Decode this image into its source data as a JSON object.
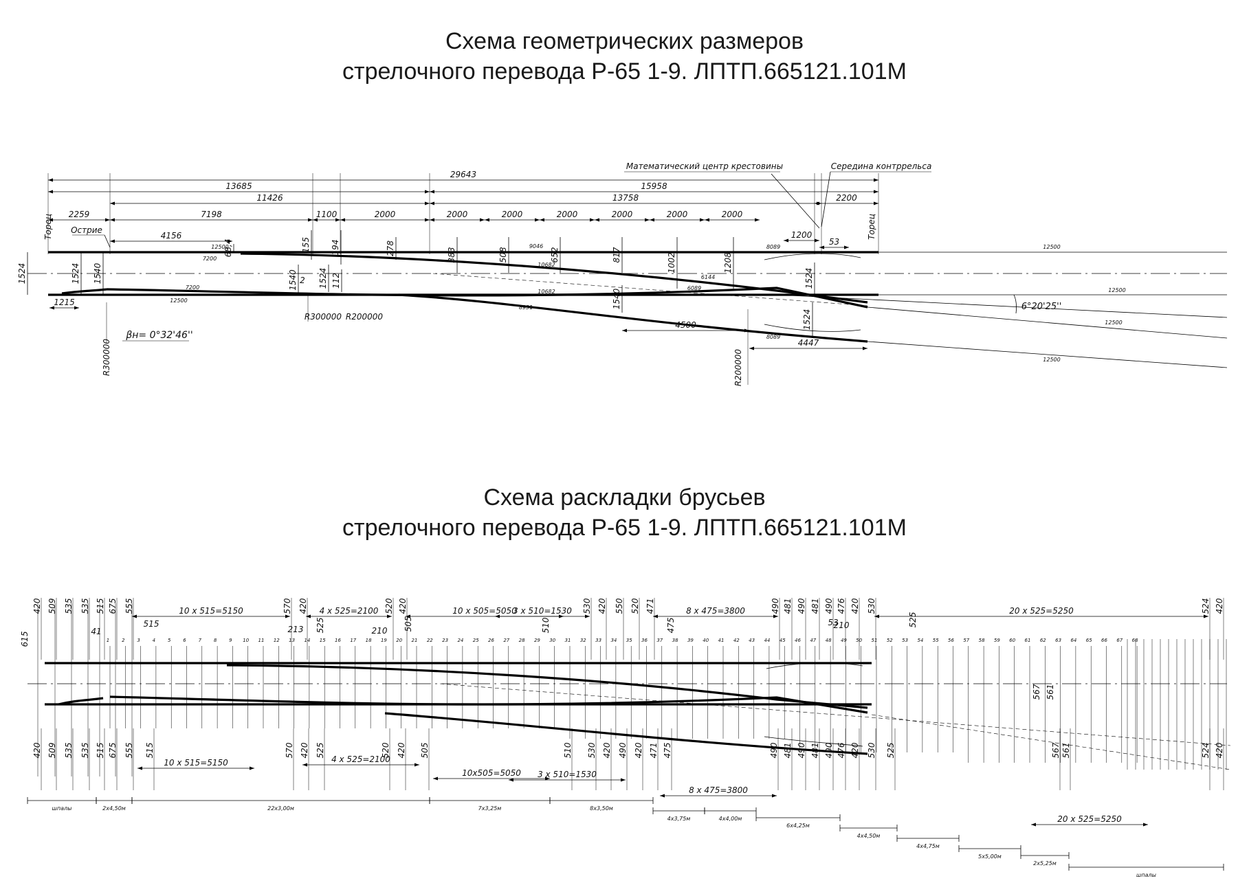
{
  "titles": {
    "geometry": [
      "Схема геометрических размеров",
      "стрелочного перевода Р-65 1-9. ЛПТП.665121.101М"
    ],
    "layout": [
      "Схема раскладки брусьев",
      "стрелочного перевода Р-65 1-9. ЛПТП.665121.101М"
    ]
  },
  "geometry": {
    "labels": {
      "crossing_center": "Математический центр крестовины",
      "guardrail_middle": "Середина контррельса",
      "end_left": "Торец",
      "end_right": "Торец",
      "point": "Острие",
      "beta": "βн= 0°32'46''",
      "angle": "6°20'25''",
      "radii": [
        "R300000",
        "R300000",
        "R200000",
        "R200000"
      ]
    },
    "overall": [
      "29643",
      "13685",
      "15958",
      "11426",
      "13758",
      "2200"
    ],
    "chain": [
      "2259",
      "7198",
      "1100",
      "2000",
      "2000",
      "2000",
      "2000",
      "2000",
      "2000",
      "2000"
    ],
    "ordinates": [
      "68,4",
      "155",
      "194",
      "278",
      "383",
      "508",
      "652",
      "817",
      "1002",
      "1208"
    ],
    "misc": [
      "4156",
      "1200",
      "53",
      "1524",
      "1524",
      "1540",
      "1540",
      "1524",
      "112",
      "2",
      "1215",
      "1540",
      "1524",
      "1524",
      "4500",
      "4447"
    ],
    "rail_lengths": [
      "12500",
      "7200",
      "7200",
      "12500",
      "9046",
      "10682",
      "10682",
      "6144",
      "6089",
      "8931",
      "8089",
      "8089",
      "12500",
      "12500",
      "12500",
      "12500"
    ]
  },
  "layout": {
    "top_dims": [
      "420",
      "509",
      "535",
      "535",
      "515",
      "675",
      "555",
      "10 x 515=5150",
      "570",
      "420",
      "4 x 525=2100",
      "520",
      "420",
      "10 x 505=5050",
      "3 x 510=1530",
      "530",
      "420",
      "550",
      "520",
      "471",
      "8 x 475=3800",
      "490",
      "481",
      "490",
      "481",
      "490",
      "476",
      "420",
      "530",
      "20 x 525=5250",
      "524",
      "420"
    ],
    "top_small": [
      "615",
      "41",
      "515",
      "213",
      "525",
      "210",
      "505",
      "510",
      "475",
      "53",
      "210",
      "525",
      "567",
      "561"
    ],
    "bottom_dims": [
      "420",
      "509",
      "535",
      "535",
      "515",
      "675",
      "555",
      "515",
      "10 x 515=5150",
      "570",
      "420",
      "525",
      "4 x 525=2100",
      "520",
      "420",
      "505",
      "10x505=5050",
      "510",
      "3 x 510=1530",
      "530",
      "420",
      "490",
      "420",
      "471",
      "475",
      "8 x 475=3800",
      "490",
      "481",
      "490",
      "481",
      "490",
      "476",
      "420",
      "530",
      "525",
      "567",
      "561",
      "20 x 525=5250",
      "524",
      "420"
    ],
    "groups": [
      "шпалы",
      "2x4,50м",
      "22x3,00м",
      "7x3,25м",
      "8x3,50м",
      "4x3,75м",
      "4x4,00м",
      "6x4,25м",
      "4x4,50м",
      "4x4,75м",
      "5x5,00м",
      "2x5,25м",
      "шпалы"
    ],
    "tie_count": 68
  },
  "colors": {
    "ink": "#000000",
    "text": "#1a1a1a"
  }
}
